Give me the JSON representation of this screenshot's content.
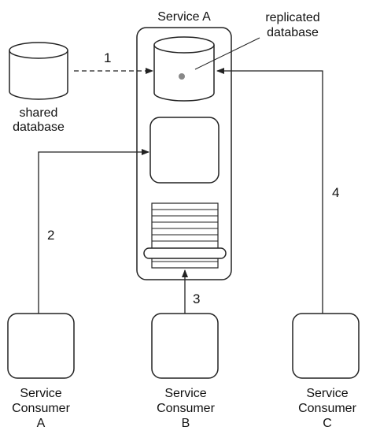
{
  "shared_database": {
    "label_line1": "shared",
    "label_line2": "database"
  },
  "service": {
    "title": "Service A"
  },
  "replicated_database": {
    "label_line1": "replicated",
    "label_line2": "database"
  },
  "arrows": {
    "n1": "1",
    "n2": "2",
    "n3": "3",
    "n4": "4"
  },
  "consumers": [
    {
      "line1": "Service",
      "line2": "Consumer",
      "line3": "A"
    },
    {
      "line1": "Service",
      "line2": "Consumer",
      "line3": "B"
    },
    {
      "line1": "Service",
      "line2": "Consumer",
      "line3": "C"
    }
  ],
  "colors": {
    "stroke": "#222222",
    "fill": "#ffffff",
    "dot": "#888888"
  }
}
